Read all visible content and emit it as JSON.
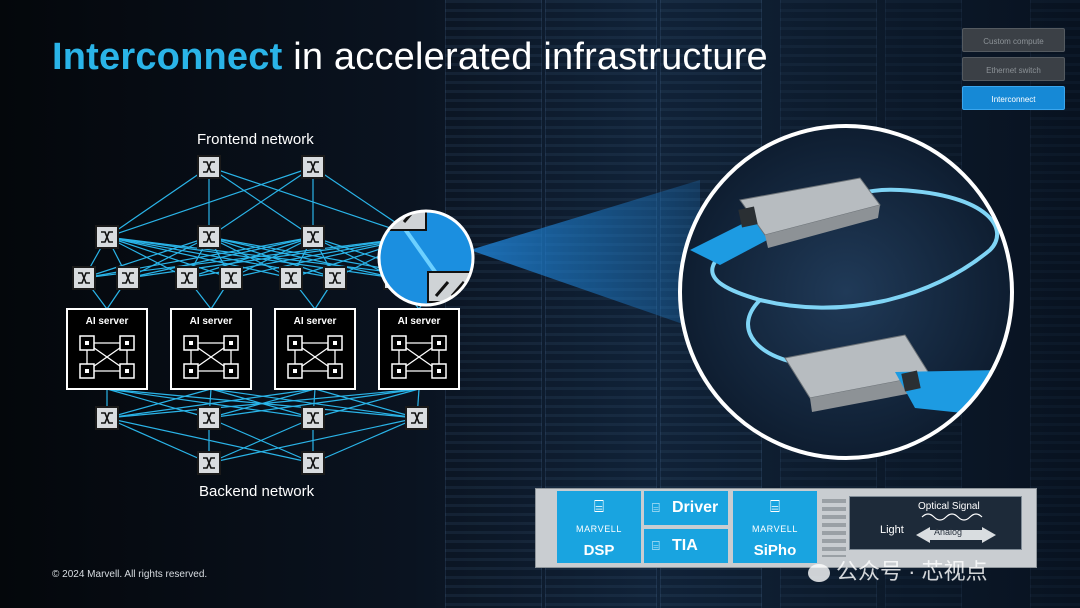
{
  "title": {
    "accent": "Interconnect",
    "rest": " in accelerated infrastructure"
  },
  "nav": {
    "items": [
      "Custom compute",
      "Ethernet switch",
      "Interconnect"
    ]
  },
  "diagram": {
    "frontend_label": "Frontend network",
    "backend_label": "Backend network",
    "server_label": "AI server",
    "link_color": "#2ab4e8"
  },
  "chips": {
    "brand": "MARVELL",
    "dsp": "DSP",
    "driver": "Driver",
    "tia": "TIA",
    "sipho": "SiPho",
    "chip_color": "#19a4e0"
  },
  "signal": {
    "optical": "Optical Signal",
    "light": "Light",
    "analog": "Analog"
  },
  "footer": {
    "copyright": "© 2024 Marvell. All rights reserved.",
    "watermark": "公众号 · 芯视点"
  },
  "icons": {
    "switch": "switch-crossover-icon",
    "watermark": "wechat-logo-icon"
  }
}
